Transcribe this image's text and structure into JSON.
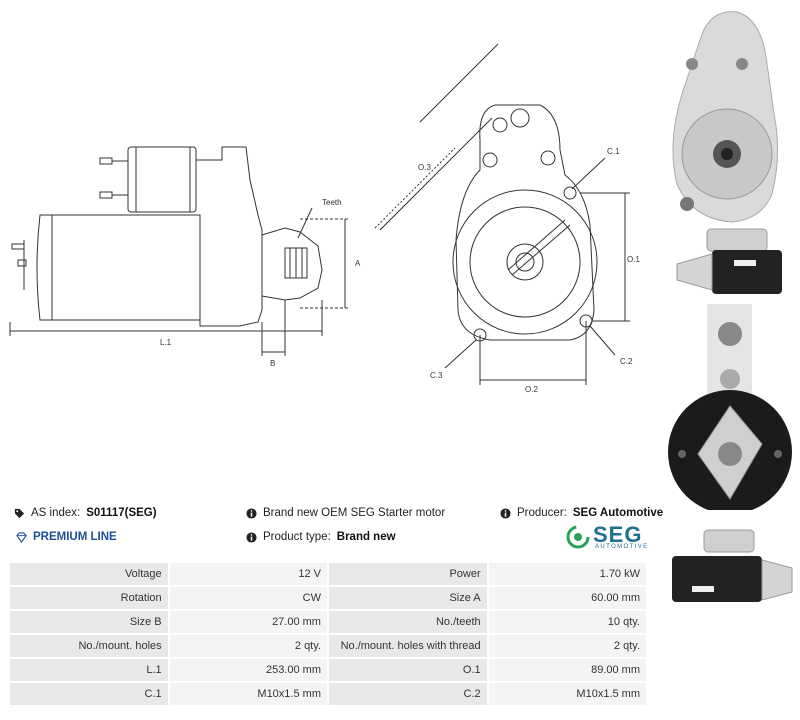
{
  "drawings": {
    "side_view_labels": {
      "teeth": "Teeth",
      "a": "A",
      "b": "B",
      "l1": "L.1"
    },
    "front_view_labels": {
      "o3": "O.3",
      "c1": "C.1",
      "o1": "O.1",
      "c2": "C.2",
      "c3": "C.3",
      "o2": "O.2"
    }
  },
  "info": {
    "as_index_label": "AS index:",
    "as_index_value": "S01117(SEG)",
    "description": "Brand new OEM SEG Starter motor",
    "producer_label": "Producer:",
    "producer_value": "SEG Automotive",
    "premium_line": "PREMIUM LINE",
    "product_type_label": "Product type:",
    "product_type_value": "Brand new"
  },
  "logo": {
    "name": "SEG",
    "sub": "AUTOMOTIVE",
    "color": "#1d6f8e"
  },
  "specs": [
    {
      "l1": "Voltage",
      "v1": "12 V",
      "l2": "Power",
      "v2": "1.70 kW"
    },
    {
      "l1": "Rotation",
      "v1": "CW",
      "l2": "Size A",
      "v2": "60.00 mm"
    },
    {
      "l1": "Size B",
      "v1": "27.00 mm",
      "l2": "No./teeth",
      "v2": "10 qty."
    },
    {
      "l1": "No./mount. holes",
      "v1": "2 qty.",
      "l2": "No./mount. holes with thread",
      "v2": "2 qty."
    },
    {
      "l1": "L.1",
      "v1": "253.00 mm",
      "l2": "O.1",
      "v2": "89.00 mm"
    },
    {
      "l1": "C.1",
      "v1": "M10x1.5 mm",
      "l2": "C.2",
      "v2": "M10x1.5 mm"
    }
  ],
  "icons": {
    "tag": "tag-icon",
    "info": "info-icon",
    "diamond": "diamond-icon"
  }
}
